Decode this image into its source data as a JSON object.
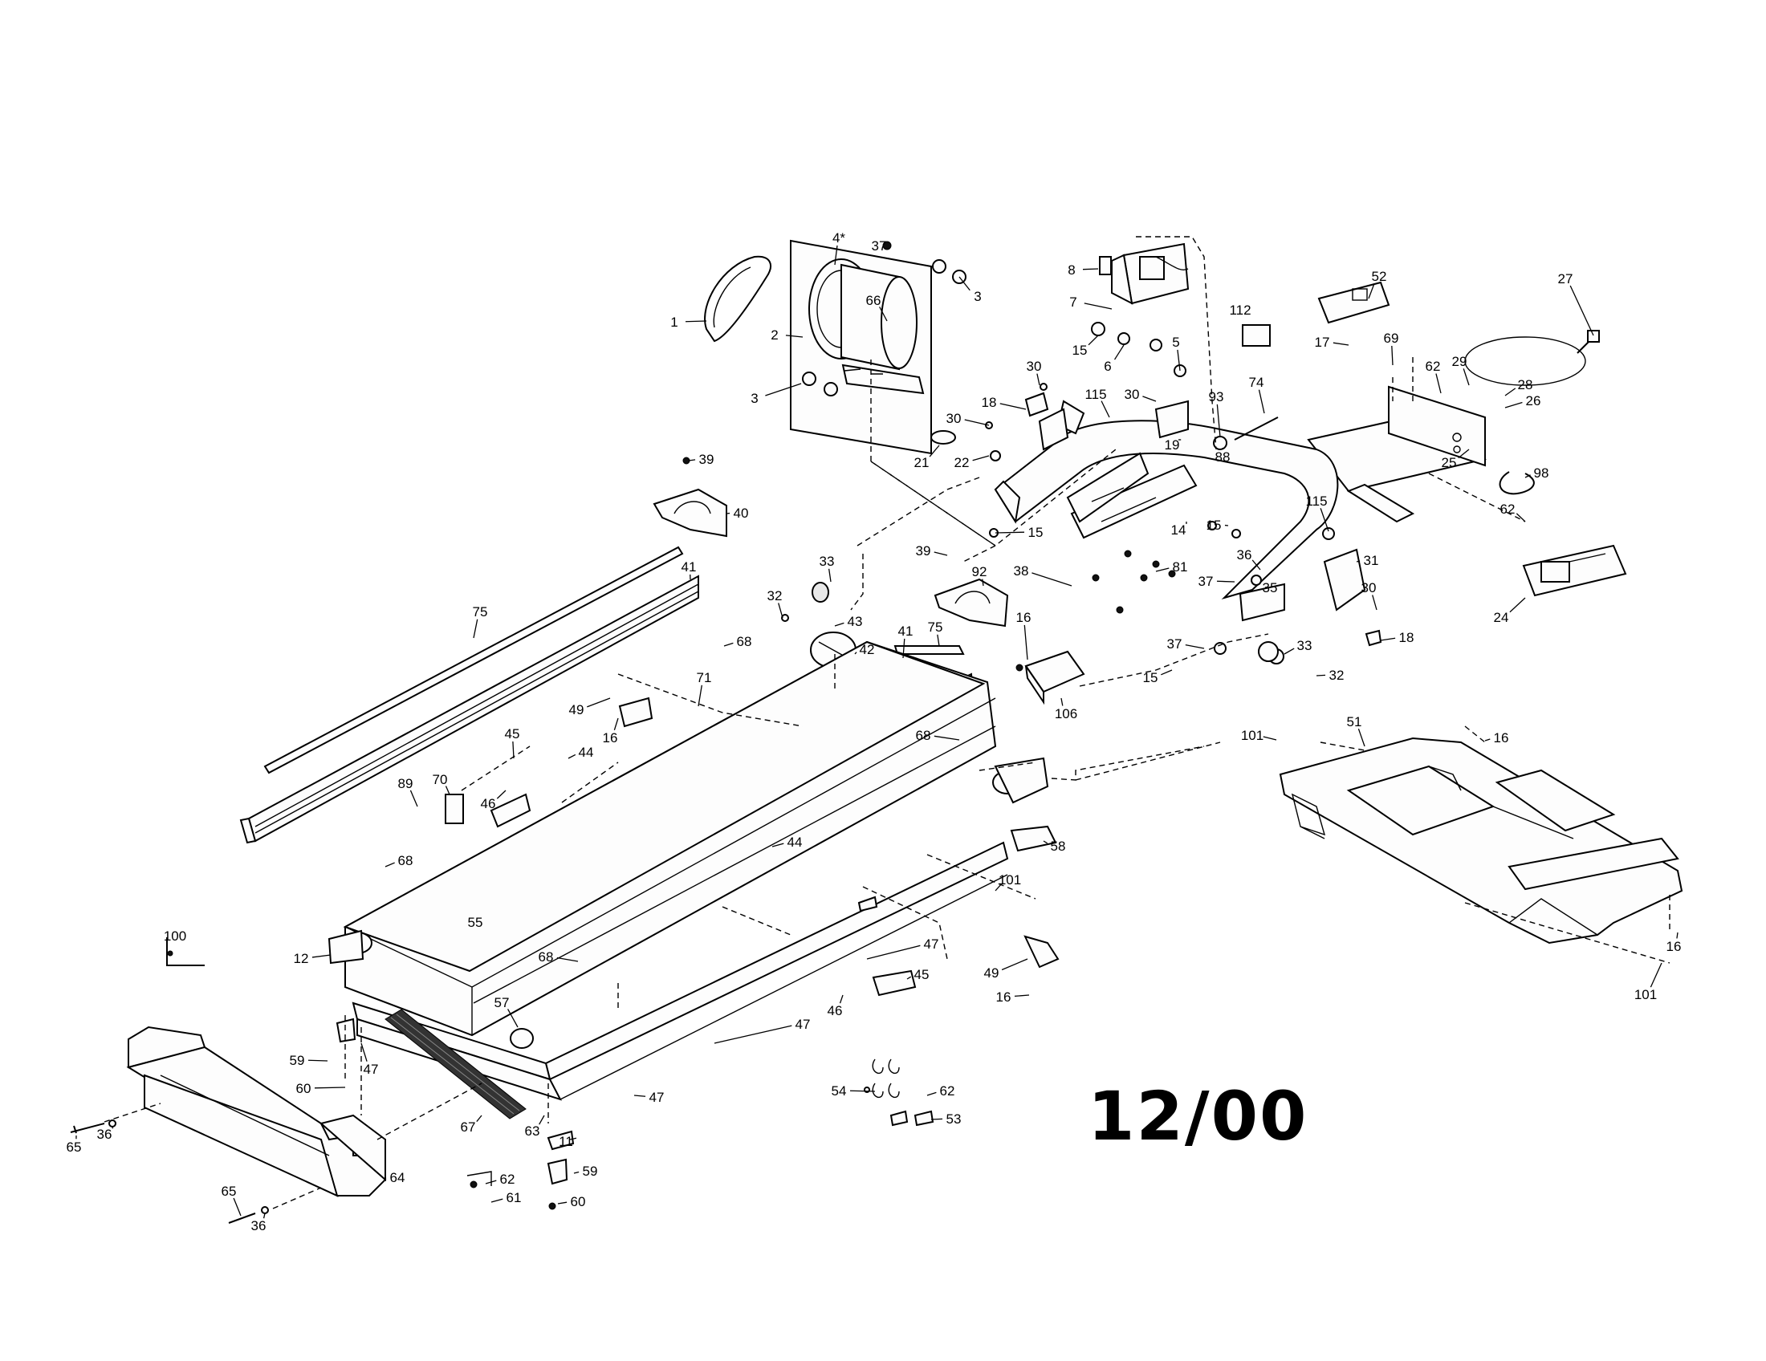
{
  "diagram": {
    "date_code": "12/00",
    "part_labels": [
      {
        "id": "p1",
        "text": "1"
      },
      {
        "id": "p2",
        "text": "2"
      },
      {
        "id": "p3a",
        "text": "3"
      },
      {
        "id": "p3b",
        "text": "3"
      },
      {
        "id": "p4",
        "text": "4*"
      },
      {
        "id": "p37a",
        "text": "37"
      },
      {
        "id": "p66",
        "text": "66"
      },
      {
        "id": "p21",
        "text": "21"
      },
      {
        "id": "p22",
        "text": "22"
      },
      {
        "id": "p30a",
        "text": "30"
      },
      {
        "id": "p8",
        "text": "8"
      },
      {
        "id": "p7",
        "text": "7"
      },
      {
        "id": "p15a",
        "text": "15"
      },
      {
        "id": "p6",
        "text": "6"
      },
      {
        "id": "p5",
        "text": "5"
      },
      {
        "id": "p112",
        "text": "112"
      },
      {
        "id": "p52",
        "text": "52"
      },
      {
        "id": "p17",
        "text": "17"
      },
      {
        "id": "p27",
        "text": "27"
      },
      {
        "id": "p69",
        "text": "69"
      },
      {
        "id": "p62a",
        "text": "62"
      },
      {
        "id": "p29",
        "text": "29"
      },
      {
        "id": "p28",
        "text": "28"
      },
      {
        "id": "p26",
        "text": "26"
      },
      {
        "id": "p30b",
        "text": "30"
      },
      {
        "id": "p18a",
        "text": "18"
      },
      {
        "id": "p115a",
        "text": "115"
      },
      {
        "id": "p30c",
        "text": "30"
      },
      {
        "id": "p19",
        "text": "19"
      },
      {
        "id": "p93",
        "text": "93"
      },
      {
        "id": "p74",
        "text": "74"
      },
      {
        "id": "p88",
        "text": "88"
      },
      {
        "id": "p25",
        "text": "25"
      },
      {
        "id": "p98",
        "text": "98"
      },
      {
        "id": "p15b",
        "text": "15"
      },
      {
        "id": "p14",
        "text": "14"
      },
      {
        "id": "p15c",
        "text": "15"
      },
      {
        "id": "p36a",
        "text": "36"
      },
      {
        "id": "p115b",
        "text": "115"
      },
      {
        "id": "p31",
        "text": "31"
      },
      {
        "id": "p62b",
        "text": "62"
      },
      {
        "id": "p24",
        "text": "24"
      },
      {
        "id": "p38",
        "text": "38"
      },
      {
        "id": "p81",
        "text": "81"
      },
      {
        "id": "p37b",
        "text": "37"
      },
      {
        "id": "p35",
        "text": "35"
      },
      {
        "id": "p30d",
        "text": "30"
      },
      {
        "id": "p18b",
        "text": "18"
      },
      {
        "id": "p37c",
        "text": "37"
      },
      {
        "id": "p33b",
        "text": "33"
      },
      {
        "id": "p15d",
        "text": "15"
      },
      {
        "id": "p32b",
        "text": "32"
      },
      {
        "id": "p39a",
        "text": "39"
      },
      {
        "id": "p40",
        "text": "40"
      },
      {
        "id": "p41a",
        "text": "41"
      },
      {
        "id": "p75a",
        "text": "75"
      },
      {
        "id": "p33a",
        "text": "33"
      },
      {
        "id": "p39b",
        "text": "39"
      },
      {
        "id": "p92",
        "text": "92"
      },
      {
        "id": "p32a",
        "text": "32"
      },
      {
        "id": "p43",
        "text": "43"
      },
      {
        "id": "p42",
        "text": "42"
      },
      {
        "id": "p68a",
        "text": "68"
      },
      {
        "id": "p41b",
        "text": "41"
      },
      {
        "id": "p75b",
        "text": "75"
      },
      {
        "id": "p16a",
        "text": "16"
      },
      {
        "id": "p106",
        "text": "106"
      },
      {
        "id": "p71",
        "text": "71"
      },
      {
        "id": "p49a",
        "text": "49"
      },
      {
        "id": "p16b",
        "text": "16"
      },
      {
        "id": "p45a",
        "text": "45"
      },
      {
        "id": "p44a",
        "text": "44"
      },
      {
        "id": "p46a",
        "text": "46"
      },
      {
        "id": "p89",
        "text": "89"
      },
      {
        "id": "p70",
        "text": "70"
      },
      {
        "id": "p68b",
        "text": "68"
      },
      {
        "id": "p101a",
        "text": "101"
      },
      {
        "id": "p51",
        "text": "51"
      },
      {
        "id": "p16c",
        "text": "16"
      },
      {
        "id": "p58",
        "text": "58"
      },
      {
        "id": "p44b",
        "text": "44"
      },
      {
        "id": "p101b",
        "text": "101"
      },
      {
        "id": "p68c",
        "text": "68"
      },
      {
        "id": "p100",
        "text": "100"
      },
      {
        "id": "p55",
        "text": "55"
      },
      {
        "id": "p12",
        "text": "12"
      },
      {
        "id": "p68d",
        "text": "68"
      },
      {
        "id": "p47a",
        "text": "47"
      },
      {
        "id": "p45b",
        "text": "45"
      },
      {
        "id": "p46b",
        "text": "46"
      },
      {
        "id": "p49b",
        "text": "49"
      },
      {
        "id": "p16d",
        "text": "16"
      },
      {
        "id": "p16e",
        "text": "16"
      },
      {
        "id": "p101c",
        "text": "101"
      },
      {
        "id": "p57",
        "text": "57"
      },
      {
        "id": "p59a",
        "text": "59"
      },
      {
        "id": "p47b",
        "text": "47"
      },
      {
        "id": "p60a",
        "text": "60"
      },
      {
        "id": "p47c",
        "text": "47"
      },
      {
        "id": "p67",
        "text": "67"
      },
      {
        "id": "p47d",
        "text": "47"
      },
      {
        "id": "p54",
        "text": "54"
      },
      {
        "id": "p62c",
        "text": "62"
      },
      {
        "id": "p53",
        "text": "53"
      },
      {
        "id": "p63",
        "text": "63"
      },
      {
        "id": "p11",
        "text": "11"
      },
      {
        "id": "p59b",
        "text": "59"
      },
      {
        "id": "p60b",
        "text": "60"
      },
      {
        "id": "p62d",
        "text": "62"
      },
      {
        "id": "p61",
        "text": "61"
      },
      {
        "id": "p64",
        "text": "64"
      },
      {
        "id": "p65a",
        "text": "65"
      },
      {
        "id": "p36b",
        "text": "36"
      },
      {
        "id": "p65b",
        "text": "65"
      },
      {
        "id": "p36c",
        "text": "36"
      }
    ]
  }
}
